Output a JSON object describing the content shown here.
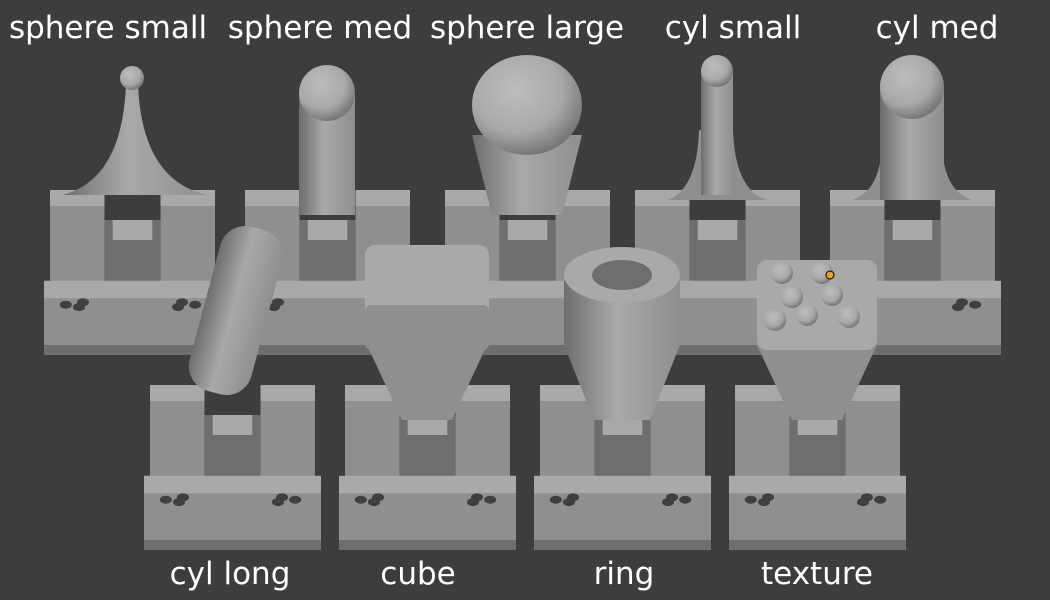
{
  "colors": {
    "background": "#3d3d3d",
    "label_text": "#ffffff",
    "part_light": "#a9a9a9",
    "part_mid": "#8f8f8f",
    "part_dark": "#6e6e6e",
    "part_shadow": "#4d4d4d",
    "hole": "#3f3f3f",
    "origin_marker": "#f0a020"
  },
  "labels": {
    "sphere_small": "sphere small",
    "sphere_med": "sphere med",
    "sphere_large": "sphere large",
    "cyl_small": "cyl small",
    "cyl_med": "cyl med",
    "cyl_long": "cyl long",
    "cube": "cube",
    "ring": "ring",
    "texture": "texture"
  }
}
